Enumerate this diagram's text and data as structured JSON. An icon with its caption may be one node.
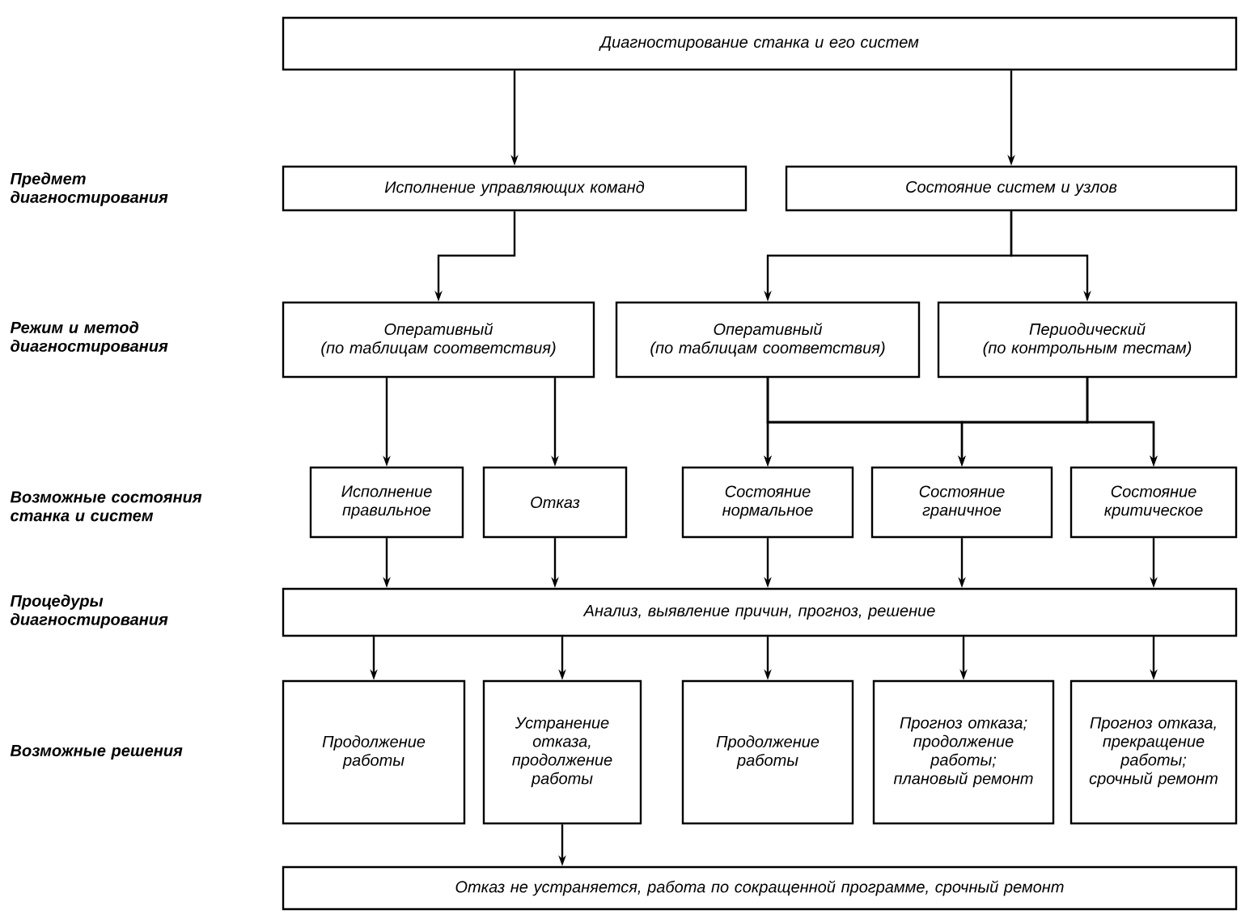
{
  "diagram": {
    "nodes": [
      {
        "text": [
          "Диагностирование станка и его систем"
        ]
      },
      {
        "text": [
          "Исполнение управляющих команд"
        ]
      },
      {
        "text": [
          "Состояние систем и узлов"
        ]
      },
      {
        "text": [
          "Оперативный",
          "(по таблицам соответствия)"
        ]
      },
      {
        "text": [
          "Оперативный",
          "(по таблицам соответствия)"
        ]
      },
      {
        "text": [
          "Периодический",
          "(по контрольным тестам)"
        ]
      },
      {
        "text": [
          "Исполнение правильное"
        ]
      },
      {
        "text": [
          "Отказ"
        ]
      },
      {
        "text": [
          "Состояние нормальное"
        ]
      },
      {
        "text": [
          "Состояние граничное"
        ]
      },
      {
        "text": [
          "Состояние критическое"
        ]
      },
      {
        "text": [
          "Анализ, выявление причин, прогноз, решение"
        ]
      },
      {
        "text": [
          "Продолжение работы"
        ]
      },
      {
        "text": [
          "Устранение отказа, продолжение работы"
        ]
      },
      {
        "text": [
          "Продолжение работы"
        ]
      },
      {
        "text": [
          "Прогноз отказа; продолжение работы; плановый ремонт"
        ]
      },
      {
        "text": [
          "Прогноз отказа, прекращение работы; срочный ремонт"
        ]
      },
      {
        "text": [
          "Отказ не устраняется, работа по сокращенной программе, срочный ремонт"
        ]
      }
    ],
    "edges": [
      {
        "from": 0,
        "to": 1,
        "arrow": "to"
      },
      {
        "from": 0,
        "to": 2,
        "arrow": "to"
      },
      {
        "from": 1,
        "to": 3,
        "arrow": "to"
      },
      {
        "from": 2,
        "to": 4,
        "arrow": "to"
      },
      {
        "from": 2,
        "to": 5,
        "arrow": "to"
      },
      {
        "from": 3,
        "to": 6,
        "arrow": "to"
      },
      {
        "from": 3,
        "to": 7,
        "arrow": "to"
      },
      {
        "from": 4,
        "to": 8,
        "arrow": "to"
      },
      {
        "from": 4,
        "to": 9,
        "arrow": "to"
      },
      {
        "from": 4,
        "to": 10,
        "arrow": "to"
      },
      {
        "from": 5,
        "to": 8,
        "arrow": "to"
      },
      {
        "from": 5,
        "to": 9,
        "arrow": "to"
      },
      {
        "from": 5,
        "to": 10,
        "arrow": "to"
      },
      {
        "from": 6,
        "to": 11,
        "arrow": "to"
      },
      {
        "from": 7,
        "to": 11,
        "arrow": "to"
      },
      {
        "from": 8,
        "to": 11,
        "arrow": "to"
      },
      {
        "from": 9,
        "to": 11,
        "arrow": "to"
      },
      {
        "from": 10,
        "to": 11,
        "arrow": "to"
      },
      {
        "from": 11,
        "to": 12,
        "arrow": "to"
      },
      {
        "from": 11,
        "to": 13,
        "arrow": "to"
      },
      {
        "from": 11,
        "to": 14,
        "arrow": "to"
      },
      {
        "from": 11,
        "to": 15,
        "arrow": "to"
      },
      {
        "from": 11,
        "to": 16,
        "arrow": "to"
      },
      {
        "from": 13,
        "to": 17,
        "arrow": "to"
      }
    ],
    "labels": [
      "Предмет диагностирования",
      "Режим и метод диагностирования",
      "Возможные состояния станка и систем",
      "Процедуры диагностирования",
      "Возможные решения"
    ]
  }
}
